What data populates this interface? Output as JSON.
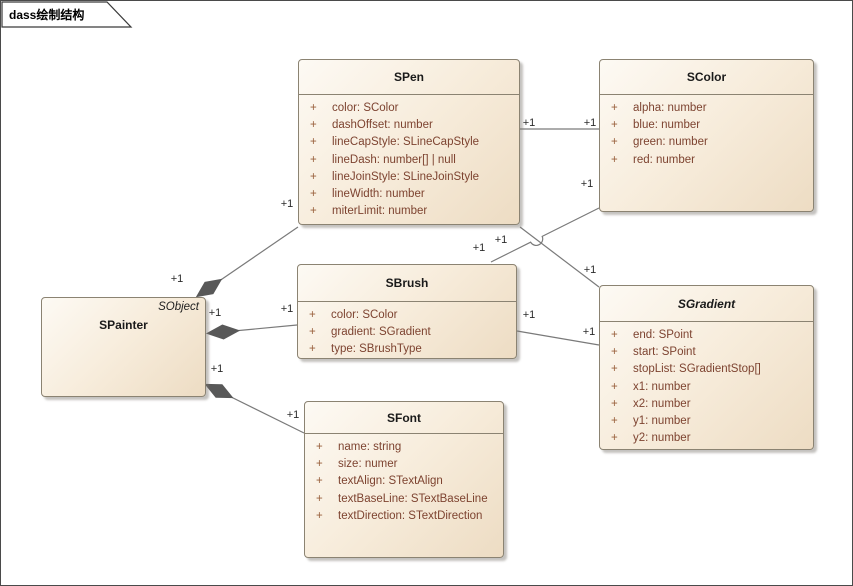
{
  "tab": {
    "label": "dass绘制结构"
  },
  "ui": {
    "visibility_symbol": "+"
  },
  "colors": {
    "frame-border": "#4a4a4a",
    "box-fill-light": "#fdfaf4",
    "box-fill-dark": "#eddcc3",
    "box-border": "#8b8372",
    "attr-text": "#7d4330",
    "attr-plus": "#99603c",
    "connector": "#7a7a7a",
    "diamond": "#585858",
    "label-text": "#2b2b2b"
  },
  "classes": {
    "spainter": {
      "name": "SPainter",
      "parent_label": "SObject",
      "attributes": []
    },
    "spen": {
      "name": "SPen",
      "attributes": [
        "color: SColor",
        "dashOffset: number",
        "lineCapStyle: SLineCapStyle",
        "lineDash: number[] | null",
        "lineJoinStyle: SLineJoinStyle",
        "lineWidth: number",
        "miterLimit: number"
      ]
    },
    "scolor": {
      "name": "SColor",
      "attributes": [
        "alpha: number",
        "blue: number",
        "green: number",
        "red: number"
      ]
    },
    "sbrush": {
      "name": "SBrush",
      "attributes": [
        "color: SColor",
        "gradient: SGradient",
        "type: SBrushType"
      ]
    },
    "sgradient": {
      "name": "SGradient",
      "abstract": true,
      "attributes": [
        "end: SPoint",
        "start: SPoint",
        "stopList: SGradientStop[]",
        "x1: number",
        "x2: number",
        "y1: number",
        "y2: number"
      ]
    },
    "sfont": {
      "name": "SFont",
      "attributes": [
        "name: string",
        "size: numer",
        "textAlign: STextAlign",
        "textBaseLine: STextBaseLine",
        "textDirection: STextDirection"
      ]
    }
  },
  "connectors": [
    {
      "from": "SPainter",
      "to": "SPen",
      "type": "composition",
      "from_label": "+1",
      "to_label": "+1"
    },
    {
      "from": "SPainter",
      "to": "SBrush",
      "type": "composition",
      "from_label": "+1",
      "to_label": "+1"
    },
    {
      "from": "SPainter",
      "to": "SFont",
      "type": "composition",
      "from_label": "+1",
      "to_label": "+1"
    },
    {
      "from": "SPen",
      "to": "SColor",
      "type": "association",
      "from_label": "+1",
      "to_label": "+1"
    },
    {
      "from": "SPen",
      "to": "SGradient",
      "type": "association",
      "from_label": "+1",
      "to_label": "+1"
    },
    {
      "from": "SBrush",
      "to": "SColor",
      "type": "association",
      "from_label": "+1",
      "to_label": "+1"
    },
    {
      "from": "SBrush",
      "to": "SGradient",
      "type": "association",
      "from_label": "+1",
      "to_label": "+1"
    }
  ]
}
